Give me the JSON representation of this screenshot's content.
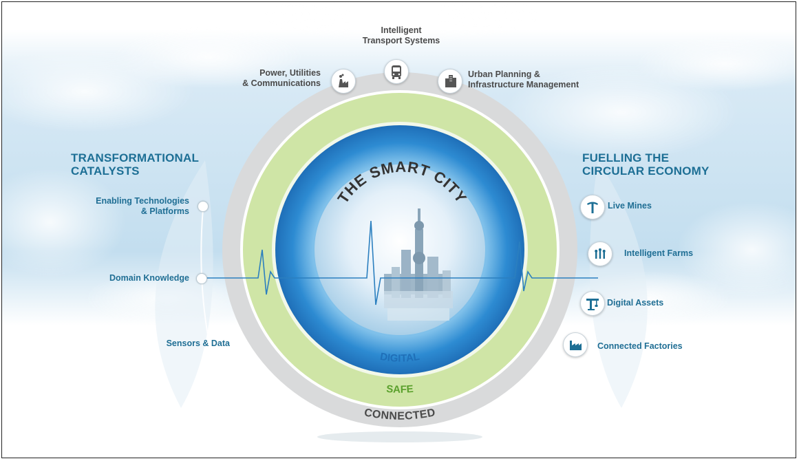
{
  "title": "THE SMART CITY",
  "rings": {
    "inner": "DIGITAL",
    "middle": "SAFE",
    "outer": "CONNECTED"
  },
  "top_items": [
    {
      "label": "Power, Utilities\n& Communications",
      "icon": "power-plant-icon"
    },
    {
      "label": "Intelligent\nTransport Systems",
      "icon": "bus-icon"
    },
    {
      "label": "Urban Planning &\nInfrastructure Management",
      "icon": "buildings-icon"
    }
  ],
  "left": {
    "heading": "TRANSFORMATIONAL\nCATALYSTS",
    "items": [
      "Enabling Technologies\n& Platforms",
      "Domain Knowledge",
      "Sensors & Data"
    ]
  },
  "right": {
    "heading": "FUELLING THE\nCIRCULAR ECONOMY",
    "items": [
      {
        "label": "Live Mines",
        "icon": "pickaxe-icon"
      },
      {
        "label": "Intelligent Farms",
        "icon": "crops-icon"
      },
      {
        "label": "Digital Assets",
        "icon": "crane-icon"
      },
      {
        "label": "Connected Factories",
        "icon": "factory-icon"
      }
    ]
  },
  "colors": {
    "heading_blue": "#1d6f95",
    "ring_grey": "#d8d9da",
    "ring_green": "#c9e29c",
    "ring_blue": "#2f8fd0",
    "safe_text": "#5aa02c",
    "digital_text": "#1f6fb8",
    "connected_text": "#4a4a4a"
  }
}
